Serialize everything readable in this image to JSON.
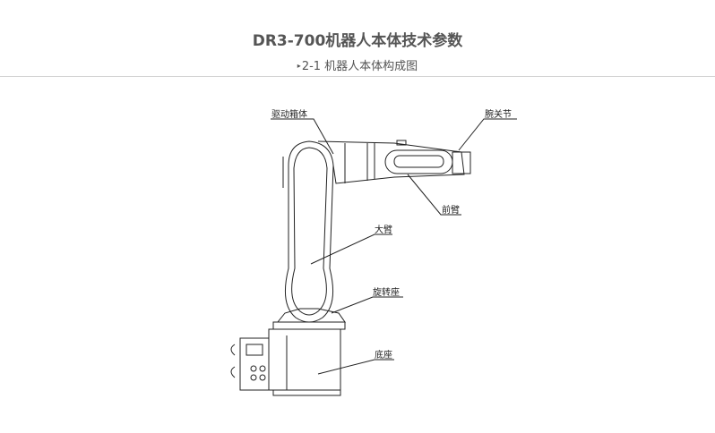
{
  "header": {
    "title": "DR3-700机器人本体技术参数",
    "subtitle_marker": "▸",
    "subtitle": "2-1  机器人本体构成图"
  },
  "figure": {
    "labels": {
      "drive_box": "驱动箱体",
      "wrist": "腕关节",
      "forearm": "前臂",
      "upper_arm": "大臂",
      "rotary_base": "旋转座",
      "base": "底座"
    }
  }
}
